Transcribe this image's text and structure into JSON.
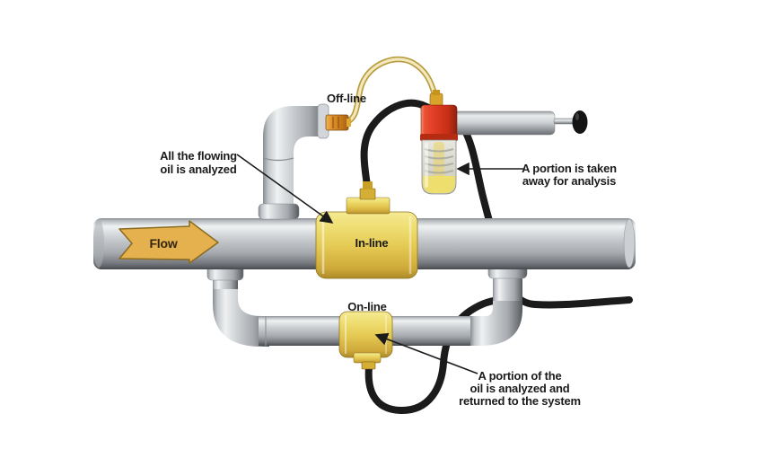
{
  "diagram": {
    "title": "Oil analysis sampling methods pipeline diagram",
    "labels": {
      "offline": "Off-line",
      "inline": "In-line",
      "online": "On-line",
      "flow": "Flow"
    },
    "notes": {
      "inline": [
        "All the flowing",
        "oil is analyzed"
      ],
      "offline": [
        "A portion is taken",
        "away for analysis"
      ],
      "online": [
        "A portion of the",
        "oil is analyzed and",
        "returned to the system"
      ]
    },
    "colors": {
      "pipe_gray": "#c6cacd",
      "device_yellow": "#e3c751",
      "cap_red": "#de3b22",
      "fitting_orange": "#cc7d1d",
      "tube_yellow": "#f0e6b4",
      "cable_black": "#1b1b1b",
      "flow_arrow_gold": "#e5b14f",
      "bottle_liquid": "#eede6e",
      "background": "#ffffff",
      "text": "#1b1b1b"
    }
  }
}
